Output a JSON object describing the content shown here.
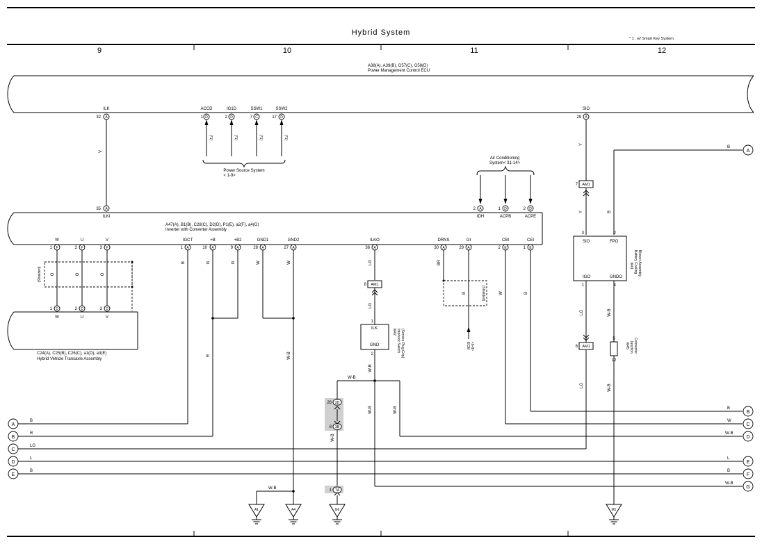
{
  "header": {
    "title": "Hybrid System",
    "note": "* 1 : w/ Smart Key System",
    "columns": [
      "9",
      "10",
      "11",
      "12"
    ]
  },
  "ecu_top": {
    "codes": "A38(A), A39(B), G57(C), G58(D)",
    "name": "Power Management Control ECU",
    "pins": {
      "ilk": {
        "label": "ILK",
        "num": "32",
        "conn": "A"
      },
      "accd": {
        "label": "ACCD",
        "num": "1",
        "conn": "D"
      },
      "ig1d": {
        "label": "IG1D",
        "num": "2",
        "conn": "D"
      },
      "ssw1": {
        "label": "SSW1",
        "num": "7",
        "conn": "C"
      },
      "ssw2": {
        "label": "SSW2",
        "num": "17",
        "conn": "D"
      },
      "sio": {
        "label": "SIO",
        "num": "29",
        "conn": "A"
      }
    },
    "star": "(*1)"
  },
  "power_source": {
    "line1": "Power Source System",
    "line2": "< 1-9>"
  },
  "air_cond": {
    "line1": "Air Conditioning",
    "line2": "System< 31-14>"
  },
  "inverter": {
    "codes": "A47(A), B1(B), C28(C), D2(D), P1(E), a2(F), a4(G)",
    "name": "Inverter with Converter Assembly",
    "top_pins": {
      "ilki": {
        "label": "ILKI",
        "num": "35",
        "conn": "A"
      },
      "idh": {
        "label": "IDH",
        "num": "2",
        "conn": "A"
      },
      "acpb": {
        "label": "ACPB",
        "num": "1",
        "conn": "D"
      },
      "acpe": {
        "label": "ACPE",
        "num": "2",
        "conn": "D"
      }
    },
    "bottom_pins": {
      "w": {
        "label": "W",
        "num": "1",
        "conn": "F"
      },
      "u": {
        "label": "U",
        "num": "2",
        "conn": "F"
      },
      "v": {
        "label": "V",
        "num": "3",
        "conn": "F"
      },
      "igct": {
        "label": "IGCT",
        "num": "1",
        "conn": "A"
      },
      "pb": {
        "label": "+B",
        "num": "10",
        "conn": "A"
      },
      "pb2": {
        "label": "+B2",
        "num": "9",
        "conn": "A"
      },
      "gnd1": {
        "label": "GND1",
        "num": "28",
        "conn": "A"
      },
      "gnd2": {
        "label": "GND2",
        "num": "27",
        "conn": "A"
      },
      "ilko": {
        "label": "ILKO",
        "num": "36",
        "conn": "A"
      },
      "drns": {
        "label": "DRNS",
        "num": "30",
        "conn": "A"
      },
      "gi": {
        "label": "GI",
        "num": "29",
        "conn": "A"
      },
      "cbi": {
        "label": "CBI",
        "num": "2",
        "conn": "E"
      },
      "cei": {
        "label": "CEI",
        "num": "1",
        "conn": "E"
      }
    }
  },
  "transaxle": {
    "codes": "C24(A), C25(B), C26(C), a1(D), a3(E)",
    "name": "Hybrid Vehicle Transaxle Assembly",
    "pins": {
      "w": {
        "label": "W",
        "num": "1",
        "conn": "D"
      },
      "u": {
        "label": "U",
        "num": "2",
        "conn": "D"
      },
      "v": {
        "label": "V",
        "num": "3",
        "conn": "D"
      }
    }
  },
  "shielded": "(Shielded)",
  "colors": {
    "v": "V",
    "b": "B",
    "g": "G",
    "w": "W",
    "lg": "LG",
    "br": "BR",
    "r": "R",
    "wb": "W-B",
    "y": "Y",
    "o": "O",
    "l": "L"
  },
  "interlock": {
    "code": "M42",
    "name1": "Interlock Switch",
    "name2": "(Service Plug Grip)",
    "ilk": "ILK",
    "gnd": "GND",
    "pin1": "1",
    "pin2": "2"
  },
  "blower": {
    "code": "M41",
    "name1": "Battery Cooling",
    "name2": "Blower Assembly",
    "sio": "SIO",
    "fpo": "FPO",
    "igo": "IGO",
    "gndo": "GNDO",
    "p3": "3",
    "p2": "2",
    "p1": "1",
    "p4": "4"
  },
  "junction": {
    "code": "M45",
    "name1": "Junction",
    "name2": "Connector",
    "p5": "5",
    "p12": "12"
  },
  "am1": "AM1",
  "am1_nums": {
    "a": "7",
    "b": "8",
    "c": "6"
  },
  "ecm": {
    "line1": "ECM",
    "line2": "<6-8>"
  },
  "splice": {
    "s3d": "3D",
    "n26": "26",
    "s3b": "3B",
    "n8": "8",
    "s7a": "7A",
    "n1": "1"
  },
  "grounds": {
    "a1": "A1",
    "a4": "A4",
    "g6": "G6",
    "m1": "M1"
  },
  "connectors": [
    "A",
    "B",
    "C",
    "D",
    "E",
    "F",
    "G"
  ]
}
